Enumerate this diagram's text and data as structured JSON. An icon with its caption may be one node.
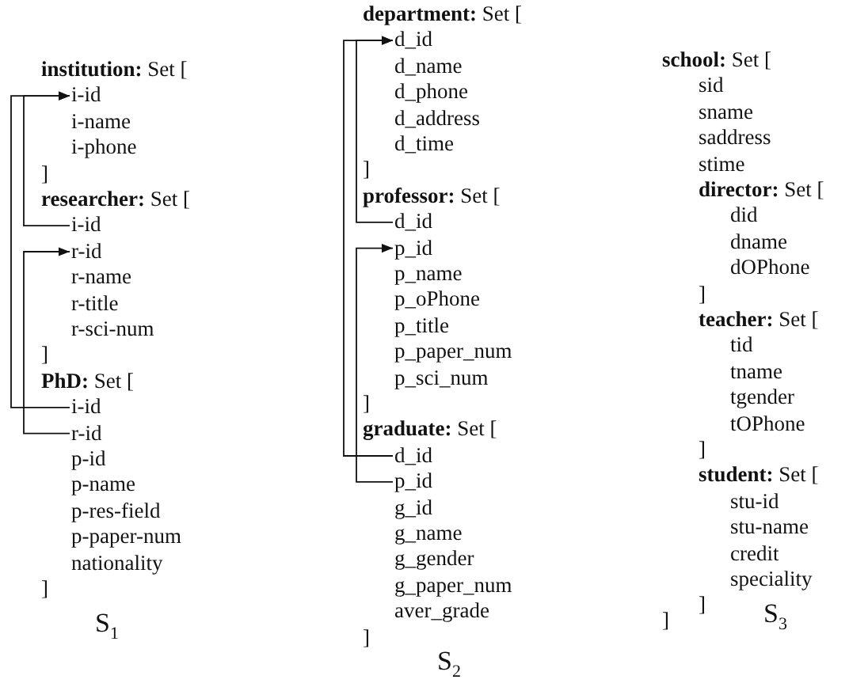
{
  "diagram": {
    "nodes": [
      {
        "text": [
          "i-id"
        ]
      },
      {
        "text": [
          "i-id"
        ]
      },
      {
        "text": [
          "r-id"
        ]
      },
      {
        "text": [
          "i-id"
        ]
      },
      {
        "text": [
          "r-id"
        ]
      },
      {
        "text": [
          "d_id"
        ]
      },
      {
        "text": [
          "d_id"
        ]
      },
      {
        "text": [
          "p_id"
        ]
      },
      {
        "text": [
          "d_id"
        ]
      },
      {
        "text": [
          "p_id"
        ]
      }
    ],
    "edges": [
      {
        "from": 1,
        "to": 0,
        "arrow": "to"
      },
      {
        "from": 3,
        "to": 0,
        "arrow": "to"
      },
      {
        "from": 4,
        "to": 2,
        "arrow": "to"
      },
      {
        "from": 6,
        "to": 5,
        "arrow": "to"
      },
      {
        "from": 8,
        "to": 5,
        "arrow": "to"
      },
      {
        "from": 9,
        "to": 7,
        "arrow": "to"
      }
    ],
    "labels": [
      "**institution:** Set [",
      "i-name",
      "i-phone",
      "]",
      "**researcher:** Set [",
      "r-name",
      "r-title",
      "r-sci-num",
      "]",
      "**PhD:** Set [",
      "p-id",
      "p-name",
      "p-res-field",
      "p-paper-num",
      "nationality",
      "]",
      "S$_{1}$",
      "**department:** Set [",
      "d_name",
      "d_phone",
      "d_address",
      "d_time",
      "]",
      "**professor:** Set [",
      "p_name",
      "p_oPhone",
      "p_title",
      "p_paper_num",
      "p_sci_num",
      "]",
      "**graduate:** Set [",
      "g_id",
      "g_name",
      "g_gender",
      "g_paper_num",
      "aver_grade",
      "]",
      "S$_{2}$",
      "**school:** Set [",
      "sid",
      "sname",
      "saddress",
      "stime",
      "**director:** Set [",
      "did",
      "dname",
      "dOPhone",
      "]",
      "**teacher:** Set [",
      "tid",
      "tname",
      "tgender",
      "tOPhone",
      "]",
      "**student:** Set [",
      "stu-id",
      "stu-name",
      "credit",
      "speciality",
      "]",
      "]",
      "S$_{3}$"
    ]
  }
}
